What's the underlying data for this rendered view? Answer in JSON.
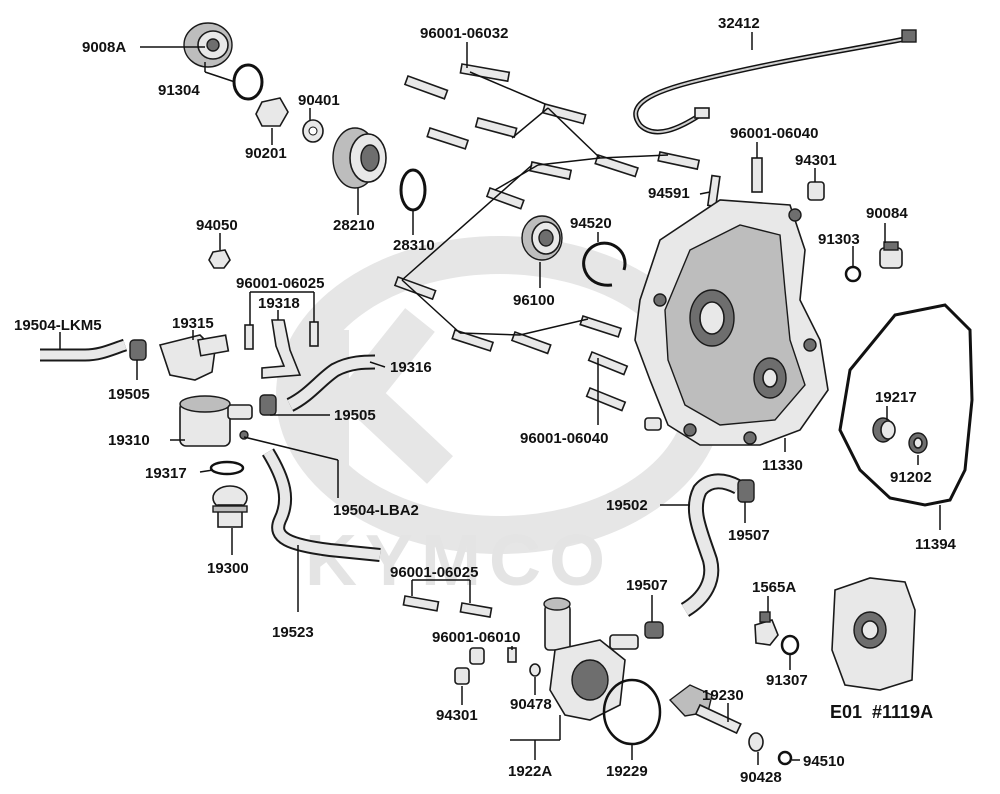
{
  "diagram": {
    "watermark": "KYMCO",
    "page_code": "E01",
    "page_ref": "#1119A",
    "labels": {
      "l9008A": "9008A",
      "l91304": "91304",
      "l90401": "90401",
      "l90201": "90201",
      "l28210": "28210",
      "l28310": "28310",
      "l96001_06032": "96001-06032",
      "l32412": "32412",
      "l96001_06040a": "96001-06040",
      "l94301a": "94301",
      "l94591": "94591",
      "l90084": "90084",
      "l91303": "91303",
      "l94050": "94050",
      "l94520": "94520",
      "l96100": "96100",
      "l96001_06025a": "96001-06025",
      "l19318": "19318",
      "l19504_LKM5": "19504-LKM5",
      "l19315": "19315",
      "l19316": "19316",
      "l19505a": "19505",
      "l19505b": "19505",
      "l19310": "19310",
      "l19317": "19317",
      "l19504_LBA2": "19504-LBA2",
      "l19300": "19300",
      "l19523": "19523",
      "l96001_06040b": "96001-06040",
      "l11330": "11330",
      "l19217": "19217",
      "l91202": "91202",
      "l11394": "11394",
      "l19502": "19502",
      "l19507a": "19507",
      "l19507b": "19507",
      "l1565A": "1565A",
      "l91307": "91307",
      "l96001_06025b": "96001-06025",
      "l96001_06010": "96001-06010",
      "l94301b": "94301",
      "l90478": "90478",
      "l19230": "19230",
      "l1922A": "1922A",
      "l19229": "19229",
      "l90428": "90428",
      "l94510": "94510"
    }
  }
}
